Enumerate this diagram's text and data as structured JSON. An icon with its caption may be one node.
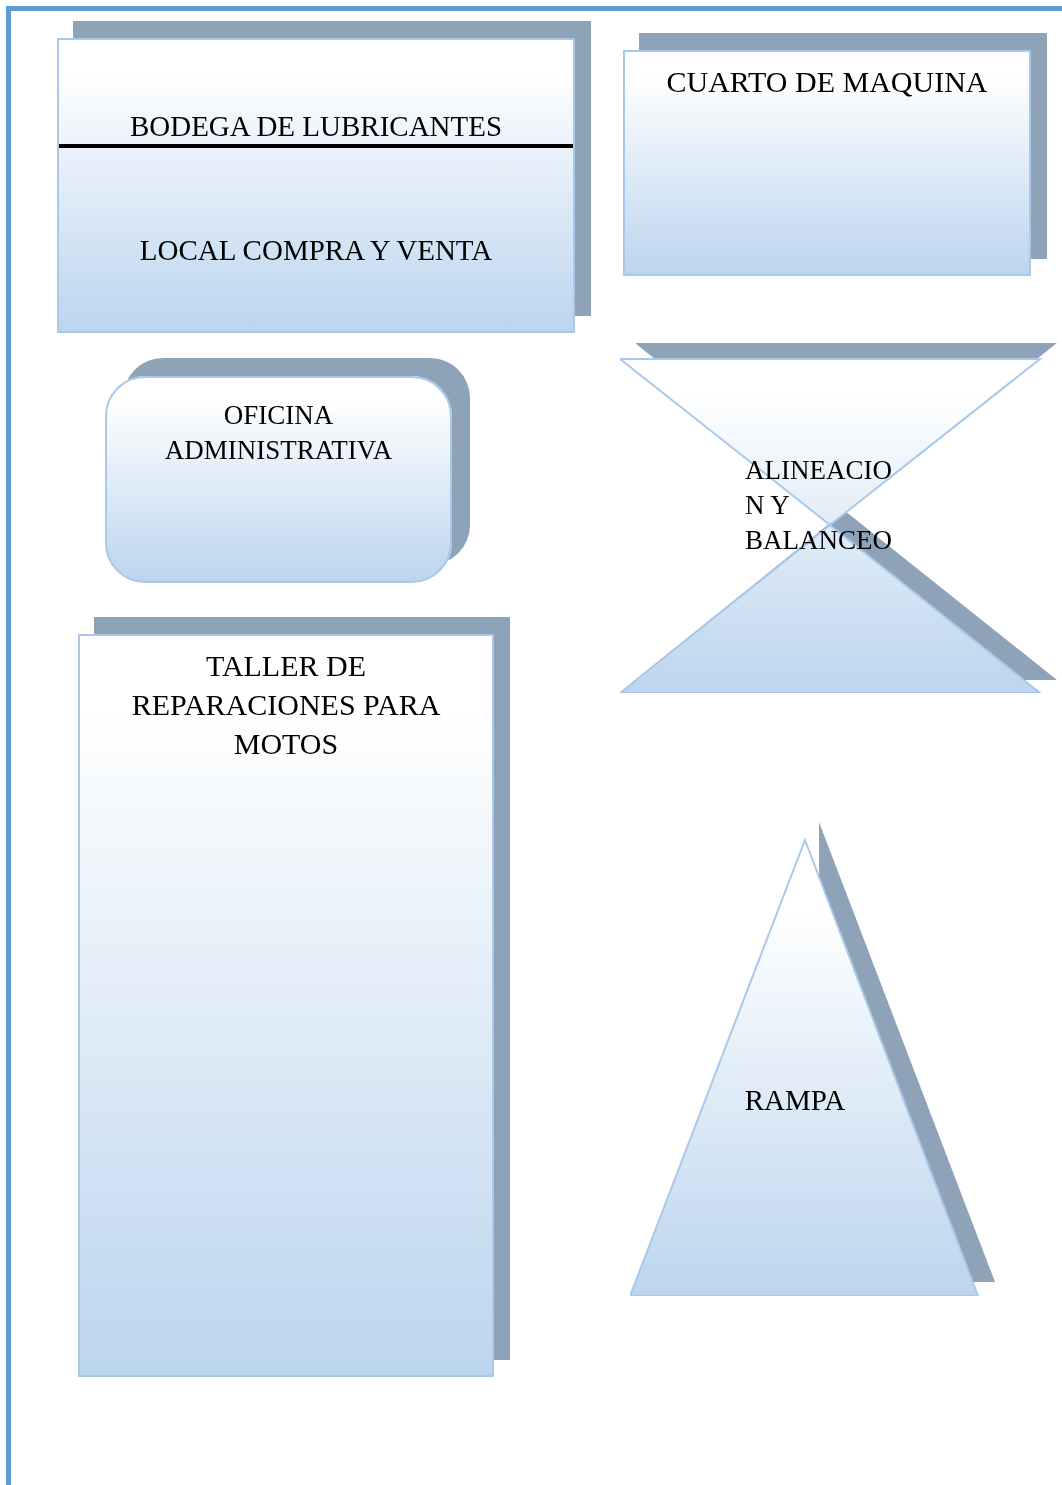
{
  "diagram": {
    "nodes": [
      {
        "text": [
          "BODEGA DE LUBRICANTES",
          "LOCAL COMPRA Y VENTA"
        ]
      },
      {
        "text": [
          "CUARTO DE MAQUINA"
        ]
      },
      {
        "text": [
          "OFICINA ADMINISTRATIVA"
        ]
      },
      {
        "text": [
          "ALINEACIO N Y BALANCEO"
        ]
      },
      {
        "text": [
          "TALLER DE REPARACIONES PARA MOTOS"
        ]
      },
      {
        "text": [
          "RAMPA"
        ]
      }
    ]
  }
}
